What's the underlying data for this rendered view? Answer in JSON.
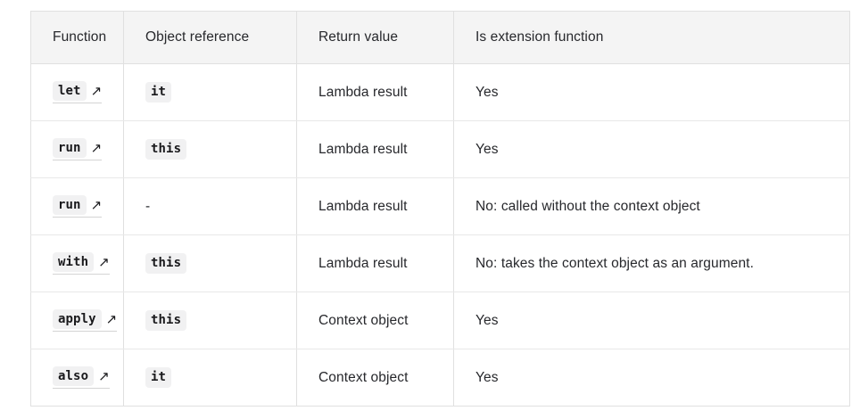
{
  "table": {
    "headers": [
      "Function",
      "Object reference",
      "Return value",
      "Is extension function"
    ],
    "external_link_icon": "↗",
    "rows": [
      {
        "function": "let",
        "function_icon": "↗",
        "object_reference": "it",
        "object_reference_is_code": true,
        "return_value": "Lambda result",
        "is_extension_function": "Yes"
      },
      {
        "function": "run",
        "function_icon": "↗",
        "object_reference": "this",
        "object_reference_is_code": true,
        "return_value": "Lambda result",
        "is_extension_function": "Yes"
      },
      {
        "function": "run",
        "function_icon": "↗",
        "object_reference": "-",
        "object_reference_is_code": false,
        "return_value": "Lambda result",
        "is_extension_function": "No: called without the context object"
      },
      {
        "function": "with",
        "function_icon": "↗",
        "object_reference": "this",
        "object_reference_is_code": true,
        "return_value": "Lambda result",
        "is_extension_function": "No: takes the context object as an argument."
      },
      {
        "function": "apply",
        "function_icon": "↗",
        "object_reference": "this",
        "object_reference_is_code": true,
        "return_value": "Context object",
        "is_extension_function": "Yes"
      },
      {
        "function": "also",
        "function_icon": "↗",
        "object_reference": "it",
        "object_reference_is_code": true,
        "return_value": "Context object",
        "is_extension_function": "Yes"
      }
    ]
  },
  "colors": {
    "header_background": "#f4f4f4",
    "border": "#e0e0e0",
    "text": "#27282c",
    "code_chip_background": "#f1f1f2",
    "page_background": "#ffffff",
    "gutter": "#1a1a1a"
  }
}
